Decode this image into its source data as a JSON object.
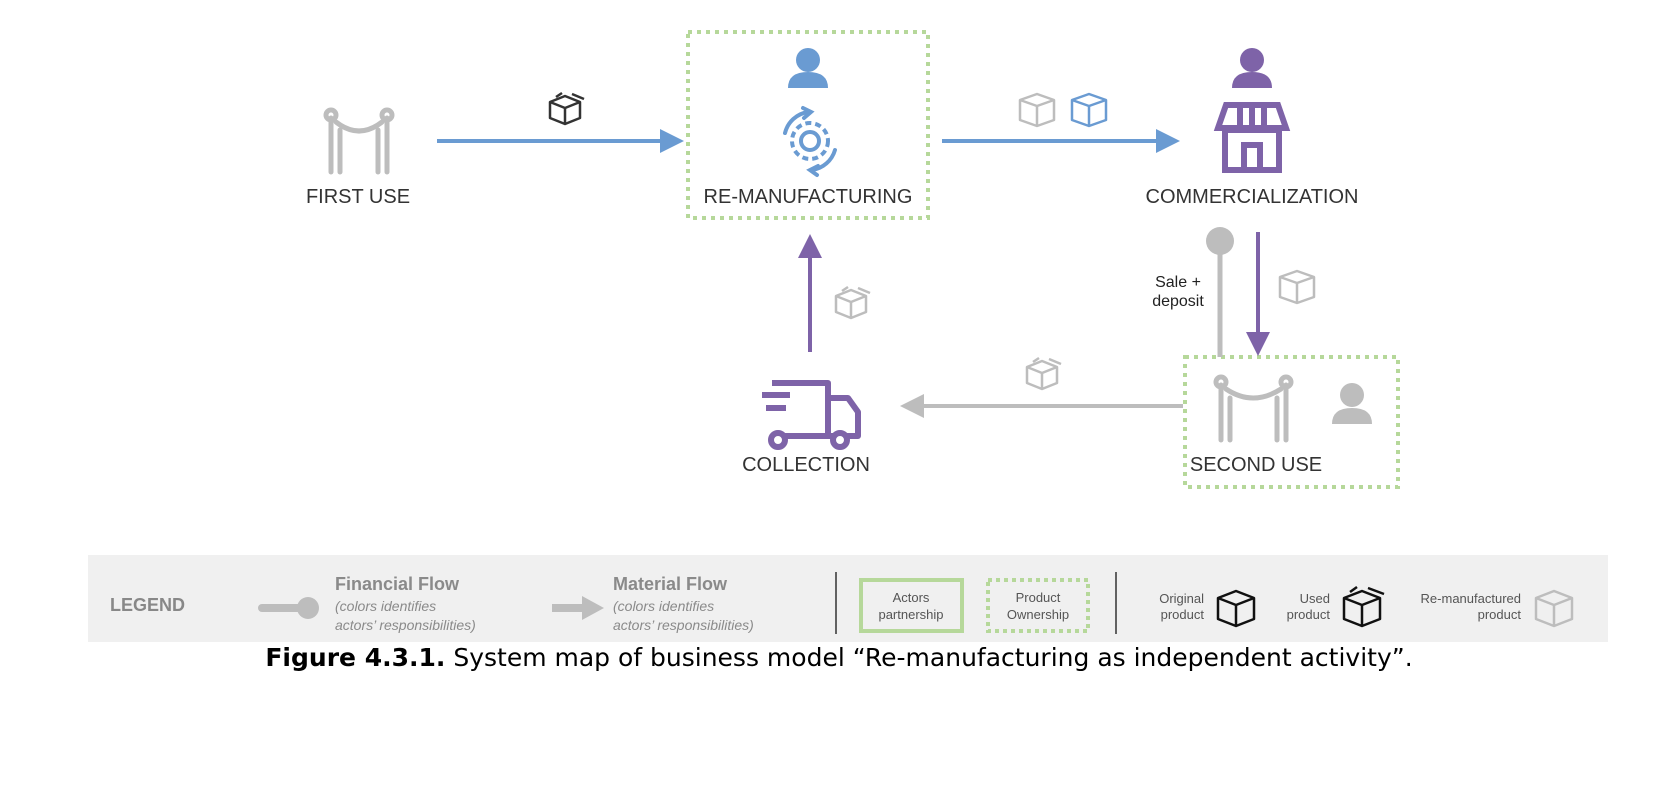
{
  "nodes": {
    "first_use": "FIRST USE",
    "remanufacturing": "RE-MANUFACTURING",
    "commercialization": "COMMERCIALIZATION",
    "collection": "COLLECTION",
    "second_use": "SECOND USE"
  },
  "flow_labels": {
    "sale_deposit_line1": "Sale +",
    "sale_deposit_line2": "deposit"
  },
  "legend": {
    "title": "LEGEND",
    "financial_flow": "Financial Flow",
    "financial_flow_note1": "(colors identifies",
    "financial_flow_note2": "actors’ responsibilities)",
    "material_flow": "Material Flow",
    "material_flow_note1": "(colors identifies",
    "material_flow_note2": "actors’ responsibilities)",
    "actors_partnership_1": "Actors",
    "actors_partnership_2": "partnership",
    "product_ownership_1": "Product",
    "product_ownership_2": "Ownership",
    "original_product_1": "Original",
    "original_product_2": "product",
    "used_product_1": "Used",
    "used_product_2": "product",
    "remanufactured_product_1": "Re-manufactured",
    "remanufactured_product_2": "product"
  },
  "caption": {
    "label": "Figure 4.3.1.",
    "text": " System map of business model “Re-manufacturing as independent activity”."
  },
  "colors": {
    "blue": "#6a9bd2",
    "purple": "#7e63a8",
    "gray": "#bdbdbd",
    "green_dotted": "#b6d89a"
  }
}
